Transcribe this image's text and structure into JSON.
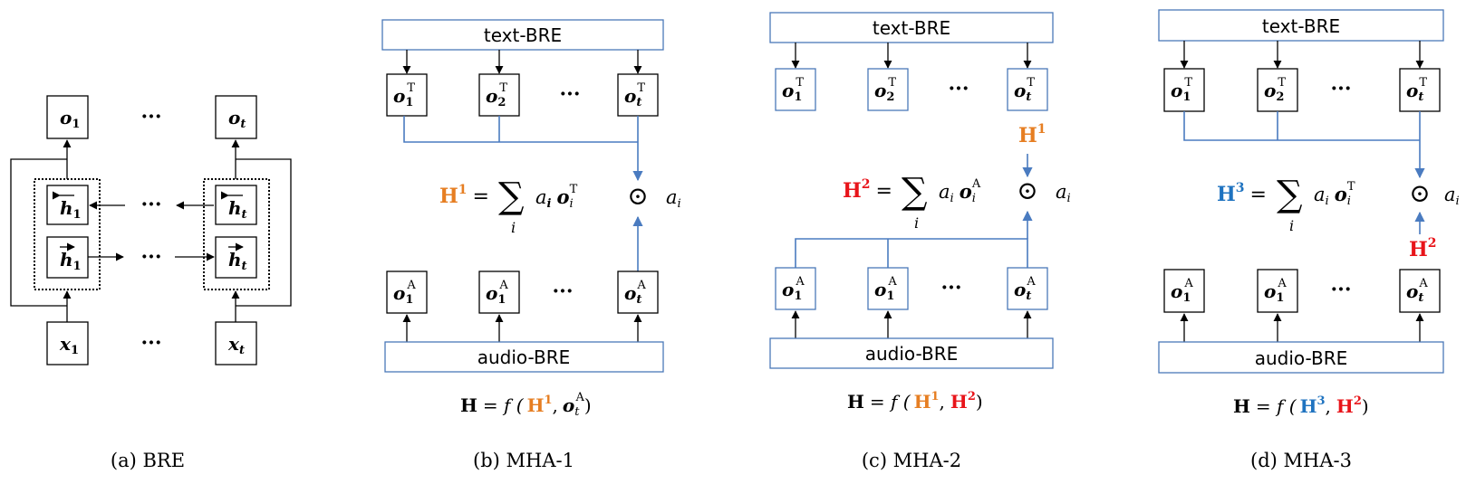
{
  "panel_a": {
    "caption": "(a)  BRE",
    "o1": "o",
    "o1_sub": "1",
    "ot": "o",
    "ot_sub": "t",
    "h1b": "h",
    "h1b_sub": "1",
    "htb": "h",
    "htb_sub": "t",
    "h1f": "h",
    "h1f_sub": "1",
    "htf": "h",
    "htf_sub": "t",
    "x1": "x",
    "x1_sub": "1",
    "xt": "x",
    "xt_sub": "t",
    "dots": "···"
  },
  "panel_b": {
    "caption": "(b)  MHA-1",
    "top_label": "text-BRE",
    "bottom_label": "audio-BRE",
    "H": "H",
    "H_sup": "1",
    "eq_eq": "=",
    "eq_a": "a",
    "eq_a_sub": "i",
    "eq_o": "o",
    "eq_o_sub": "i",
    "eq_o_sup": "T",
    "eq_sum_sub": "i",
    "odot": "⊙",
    "ai": "a",
    "ai_sub": "i",
    "f_H": "H",
    "f_eq": "= f (",
    "f_h": "H",
    "f_h_sup": "1",
    "f_comma": ",",
    "f_o": "o",
    "f_o_sub": "t",
    "f_o_sup": "A",
    "f_close": ")",
    "t1": "o",
    "t1_sub": "1",
    "t1_sup": "T",
    "t2": "o",
    "t2_sub": "2",
    "t2_sup": "T",
    "tt": "o",
    "tt_sub": "t",
    "tt_sup": "T",
    "a1": "o",
    "a1_sub": "1",
    "a1_sup": "A",
    "a2": "o",
    "a2_sub": "1",
    "a2_sup": "A",
    "at": "o",
    "at_sub": "t",
    "at_sup": "A",
    "dots": "···"
  },
  "panel_c": {
    "caption": "(c)  MHA-2",
    "top_label": "text-BRE",
    "bottom_label": "audio-BRE",
    "H": "H",
    "H_sup": "2",
    "H1": "H",
    "H1_sup": "1",
    "eq_eq": "=",
    "eq_a": "a",
    "eq_a_sub": "i",
    "eq_o": "o",
    "eq_o_sub": "i",
    "eq_o_sup": "A",
    "eq_sum_sub": "i",
    "odot": "⊙",
    "ai": "a",
    "ai_sub": "i",
    "f_H": "H",
    "f_eq": "= f (",
    "f_h1": "H",
    "f_h1_sup": "1",
    "f_comma": ",",
    "f_h2": "H",
    "f_h2_sup": "2",
    "f_close": ")",
    "t1": "o",
    "t1_sub": "1",
    "t1_sup": "T",
    "t2": "o",
    "t2_sub": "2",
    "t2_sup": "T",
    "tt": "o",
    "tt_sub": "t",
    "tt_sup": "T",
    "a1": "o",
    "a1_sub": "1",
    "a1_sup": "A",
    "a2": "o",
    "a2_sub": "1",
    "a2_sup": "A",
    "at": "o",
    "at_sub": "t",
    "at_sup": "A",
    "dots": "···"
  },
  "panel_d": {
    "caption": "(d)  MHA-3",
    "top_label": "text-BRE",
    "bottom_label": "audio-BRE",
    "H": "H",
    "H_sup": "3",
    "H2": "H",
    "H2_sup": "2",
    "eq_eq": "=",
    "eq_a": "a",
    "eq_a_sub": "i",
    "eq_o": "o",
    "eq_o_sub": "i",
    "eq_o_sup": "T",
    "eq_sum_sub": "i",
    "odot": "⊙",
    "ai": "a",
    "ai_sub": "i",
    "f_H": "H",
    "f_eq": "= f (",
    "f_h3": "H",
    "f_h3_sup": "3",
    "f_comma": ",",
    "f_h2": "H",
    "f_h2_sup": "2",
    "f_close": ")",
    "t1": "o",
    "t1_sub": "1",
    "t1_sup": "T",
    "t2": "o",
    "t2_sub": "2",
    "t2_sup": "T",
    "tt": "o",
    "tt_sub": "t",
    "tt_sup": "T",
    "a1": "o",
    "a1_sub": "1",
    "a1_sup": "A",
    "a2": "o",
    "a2_sub": "1",
    "a2_sup": "A",
    "at": "o",
    "at_sub": "t",
    "at_sup": "A",
    "dots": "···"
  },
  "colors": {
    "orange": "#e67e22",
    "red": "#e8141a",
    "blue": "#1f73c0",
    "line_blue": "#4a7bc0"
  }
}
